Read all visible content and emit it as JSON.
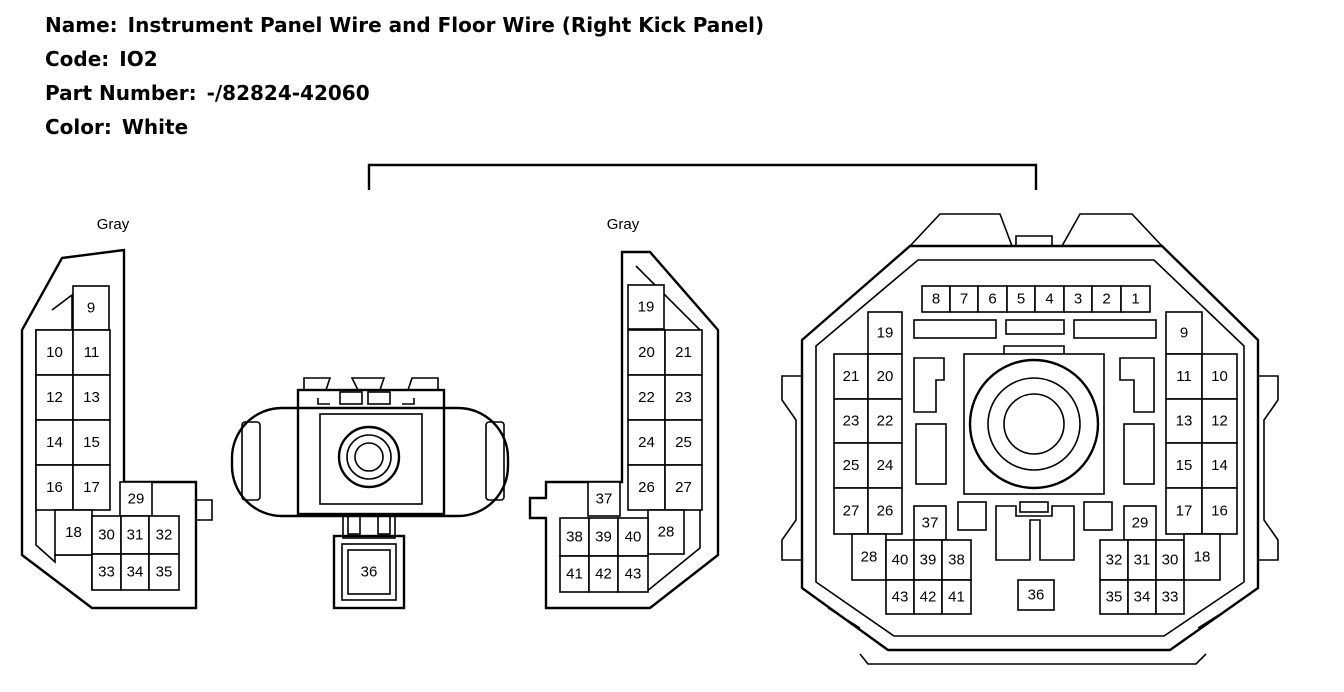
{
  "header": {
    "name_label": "Name:",
    "name_value": "Instrument Panel Wire and Floor Wire (Right Kick Panel)",
    "code_label": "Code:",
    "code_value": "IO2",
    "part_label": "Part Number:",
    "part_value": "-/82824-42060",
    "color_label": "Color:",
    "color_value": "White"
  },
  "connectors": {
    "left_gray": {
      "color_note": "Gray",
      "pins": [
        "9",
        "10",
        "11",
        "12",
        "13",
        "14",
        "15",
        "16",
        "17",
        "18",
        "29",
        "30",
        "31",
        "32",
        "33",
        "34",
        "35"
      ]
    },
    "single": {
      "pins": [
        "36"
      ]
    },
    "right_gray": {
      "color_note": "Gray",
      "pins": [
        "19",
        "20",
        "21",
        "22",
        "23",
        "24",
        "25",
        "26",
        "27",
        "28",
        "37",
        "38",
        "39",
        "40",
        "41",
        "42",
        "43"
      ]
    },
    "big_round": {
      "pins": [
        "8",
        "7",
        "6",
        "5",
        "4",
        "3",
        "2",
        "1",
        "19",
        "21",
        "20",
        "23",
        "22",
        "25",
        "24",
        "27",
        "26",
        "28",
        "37",
        "40",
        "39",
        "38",
        "43",
        "42",
        "41",
        "36",
        "9",
        "11",
        "10",
        "13",
        "12",
        "15",
        "14",
        "17",
        "16",
        "29",
        "32",
        "31",
        "30",
        "18",
        "35",
        "34",
        "33"
      ]
    }
  }
}
